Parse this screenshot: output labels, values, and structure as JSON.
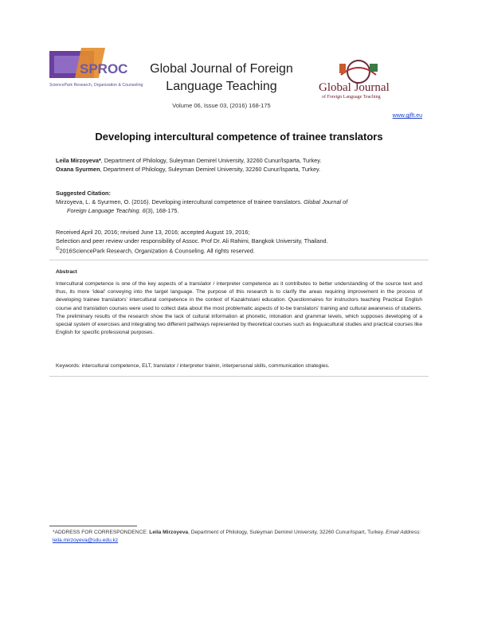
{
  "header": {
    "left_logo": {
      "text": "SPROC",
      "subtext": "SciencePark Research, Organization & Counseling"
    },
    "journal_title_line1": "Global Journal of Foreign",
    "journal_title_line2": "Language Teaching",
    "volume": "Volume 06, Issue 03, (2016) 168-175",
    "right_logo": {
      "line1": "Global Journal",
      "line2": "of Foreign Language Teaching"
    },
    "url": "www.gjflt.eu"
  },
  "title": "Developing intercultural competence of trainee translators",
  "authors": [
    {
      "name": "Leila Mirzoyeva*",
      "affiliation": ", Department of Philology, Suleyman Demirel University, 32260 Cunur/Isparta, Turkey."
    },
    {
      "name": "Oxana Syurmen",
      "affiliation": ", Department of Philology, Suleyman Demirel University, 32260 Cunur/Isparta, Turkey."
    }
  ],
  "citation": {
    "heading": "Suggested Citation:",
    "prefix": "Mirzoyeva, L. & Syurmen, O. (2016). Developing intercultural competence of trainee translators.",
    "journal_part1": "Global Journal of",
    "journal_part2": "Foreign Language Teaching",
    "volume_italic": "6",
    "suffix": "(3), 168-175."
  },
  "dates": {
    "received": "Received April 20, 2016; revised June 13, 2016; accepted August 19, 2016;",
    "selection": "Selection and peer review under responsibility of Assoc. Prof Dr. Ali Rahimi, Bangkok University, Thailand.",
    "copyright_symbol": "©",
    "copyright": "2016SciencePark Research, Organization & Counseling. All rights reserved."
  },
  "abstract": {
    "heading": "Abstract",
    "text": "Intercultural competence is one of the key aspects of a translator / interpreter competence as it contributes to better understanding of the source text and thus, its more ‘ideal’ conveying into the target language. The purpose of this research is to clarify the areas requiring improvement in the process of developing trainee translators’ intercultural competence in the context of Kazakhstani education. Questionnaires for instructors teaching Practical English course and translation courses were used to collect data about the most problematic aspects of to-be translators’ training and cultural awareness of students. The preliminary results of the research show the lack of cultural information at phonetic, intonation and grammar levels, which supposes developing of a special system of exercises and integrating two different pathways represented by theoretical courses such as linguacultural studies and practical courses like English for specific professional purposes."
  },
  "keywords": "Keywords: intercultural competence, ELT, translator / interpreter trainin, interpersonal skills, communication strategies.",
  "footnote": {
    "label": "*ADDRESS FOR CORRESPONDENCE:",
    "name": "Leila Mirzoyeva",
    "address": ", Department of Philology, Suleyman Demirel University, 32260 Cunur/Ispart, Turkey.",
    "email_label": "Email Address:",
    "email": "leila.mirzoyeva@sdu.edu.kz"
  }
}
